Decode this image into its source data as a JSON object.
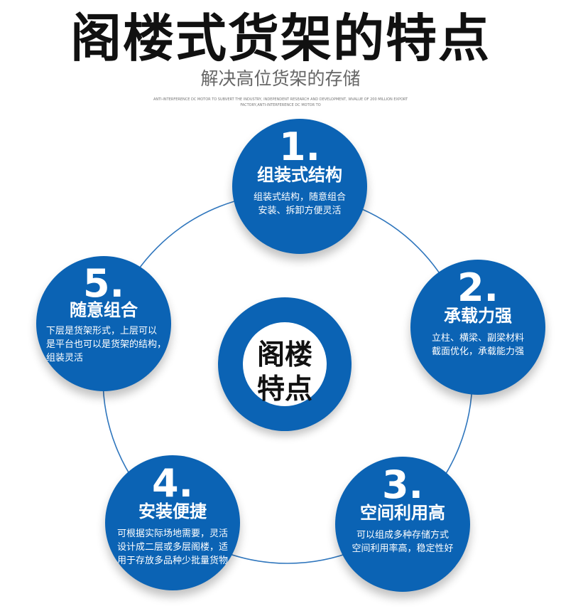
{
  "header": {
    "title": "阁楼式货架的特点",
    "subtitle": "解决高位货架的存储",
    "tagline": [
      "ANTI-INTERFERENCE DC MOTOR TO SUBVERT THE INDUSTRY, INDEPENDENT RESEARCH AND DEVELOPMENT, WVALUE OF 200 MILLION EXPORT",
      "FACTORY,ANTI-INTERFERENCE DC MOTOR TO"
    ]
  },
  "colors": {
    "primary_blue": "#0b63b4",
    "ring_line": "#2f76bd",
    "title_black": "#111111",
    "subtitle_gray": "#666666"
  },
  "center": {
    "lines": [
      "阁楼",
      "特点"
    ]
  },
  "features": [
    {
      "number": "1.",
      "title": "组装式结构",
      "description_lines": [
        "组装式结构，随意组合",
        "安装、拆卸方便灵活"
      ]
    },
    {
      "number": "2.",
      "title": "承载力强",
      "description_lines": [
        "立柱、横梁、副梁材料",
        "截面优化，承载能力强"
      ]
    },
    {
      "number": "3.",
      "title": "空间利用高",
      "description_lines": [
        "可以组成多种存储方式",
        "空间利用率高，稳定性好"
      ]
    },
    {
      "number": "4.",
      "title": "安装便捷",
      "description_lines": [
        "可根据实际场地需要，灵活",
        "设计成二层或多层阁楼，适",
        "用于存放多品种少批量货物"
      ]
    },
    {
      "number": "5.",
      "title": "随意组合",
      "description_lines": [
        "下层是货架形式，上层可以",
        "是平台也可以是货架的结构，",
        "组装灵活"
      ]
    }
  ]
}
